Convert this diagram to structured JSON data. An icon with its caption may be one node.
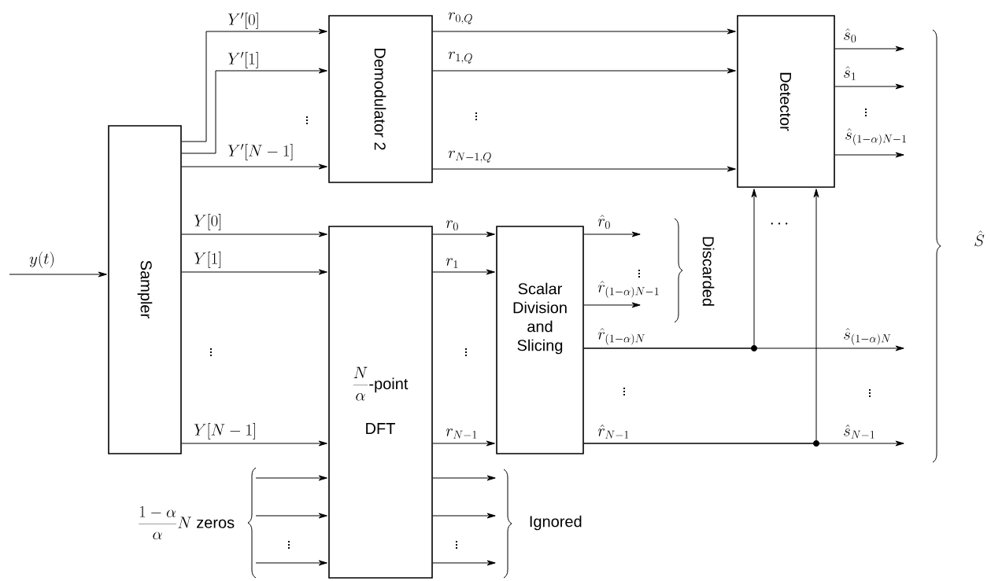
{
  "diagram": {
    "nodes": [
      {
        "text": [
          "Sampler"
        ]
      },
      {
        "text": [
          "Demodulator 2"
        ]
      },
      {
        "text": [
          "Detector"
        ]
      },
      {
        "text": [
          "\\frac{N}{\\alpha}\\mbox{-point}",
          "DFT"
        ]
      },
      {
        "text": [
          "Scalar Division and Slicing"
        ]
      }
    ],
    "edges": [
      {
        "from": null,
        "to": 0,
        "arrow": "to",
        "label": "y(t)"
      },
      {
        "from": 0,
        "to": 1,
        "arrow": "to",
        "label": "Y^{\\prime}[0]"
      },
      {
        "from": 0,
        "to": 1,
        "arrow": "to",
        "label": "Y^{\\prime}[1]"
      },
      {
        "from": 0,
        "to": 1,
        "arrow": "to",
        "label": "Y^{\\prime}[N-1]"
      },
      {
        "from": 0,
        "to": 3,
        "arrow": "to",
        "label": "Y[0]"
      },
      {
        "from": 0,
        "to": 3,
        "arrow": "to",
        "label": "Y[1]"
      },
      {
        "from": 0,
        "to": 3,
        "arrow": "to",
        "label": "Y[N-1]"
      },
      {
        "from": null,
        "to": 3,
        "arrow": "to"
      },
      {
        "from": null,
        "to": 3,
        "arrow": "to"
      },
      {
        "from": null,
        "to": 3,
        "arrow": "to"
      },
      {
        "from": 3,
        "to": 4,
        "arrow": "to",
        "label": "r_0"
      },
      {
        "from": 3,
        "to": 4,
        "arrow": "to",
        "label": "r_1"
      },
      {
        "from": 3,
        "to": 4,
        "arrow": "to",
        "label": "r_{N-1}"
      },
      {
        "from": 3,
        "to": null,
        "arrow": "to"
      },
      {
        "from": 3,
        "to": null,
        "arrow": "to"
      },
      {
        "from": 3,
        "to": null,
        "arrow": "to"
      },
      {
        "from": 1,
        "to": 2,
        "arrow": "to",
        "label": "r_{0,Q}"
      },
      {
        "from": 1,
        "to": 2,
        "arrow": "to",
        "label": "r_{1,Q}"
      },
      {
        "from": 1,
        "to": 2,
        "arrow": "to",
        "label": "r_{N-1,Q}"
      },
      {
        "from": 4,
        "to": null,
        "arrow": "to",
        "label": "\\hat{r}_0"
      },
      {
        "from": 4,
        "to": null,
        "arrow": "to",
        "label": "\\hat{r}_{(1-\\alpha)N-1}"
      },
      {
        "from": 4,
        "to": 2,
        "arrow": "to",
        "label": "\\hat{r}_{(1-\\alpha)N}"
      },
      {
        "from": 4,
        "to": null,
        "arrow": "to",
        "label": "\\hat{s}_{(1-\\alpha)N}"
      },
      {
        "from": 4,
        "to": 2,
        "arrow": "to",
        "label": "\\hat{r}_{N-1}"
      },
      {
        "from": 4,
        "to": null,
        "arrow": "to",
        "label": "\\hat{s}_{N-1}"
      },
      {
        "from": 2,
        "to": null,
        "arrow": "to",
        "label": "\\hat{s}_0"
      },
      {
        "from": 2,
        "to": null,
        "arrow": "to",
        "label": "\\hat{s}_1"
      },
      {
        "from": 2,
        "to": null,
        "arrow": "to",
        "label": "\\hat{s}_{(1-\\alpha)N-1}"
      }
    ],
    "labels": [
      "\\frac{1-\\alpha}{\\alpha}N\\mbox{ zeros}",
      "Discarded",
      "Ignored",
      "\\hat{S}",
      "\\vdots",
      "\\vdots",
      "\\vdots",
      "\\vdots",
      "\\vdots",
      "\\vdots",
      "\\vdots",
      "\\vdots",
      "\\vdots",
      "\\vdots",
      "\\cdots"
    ]
  }
}
